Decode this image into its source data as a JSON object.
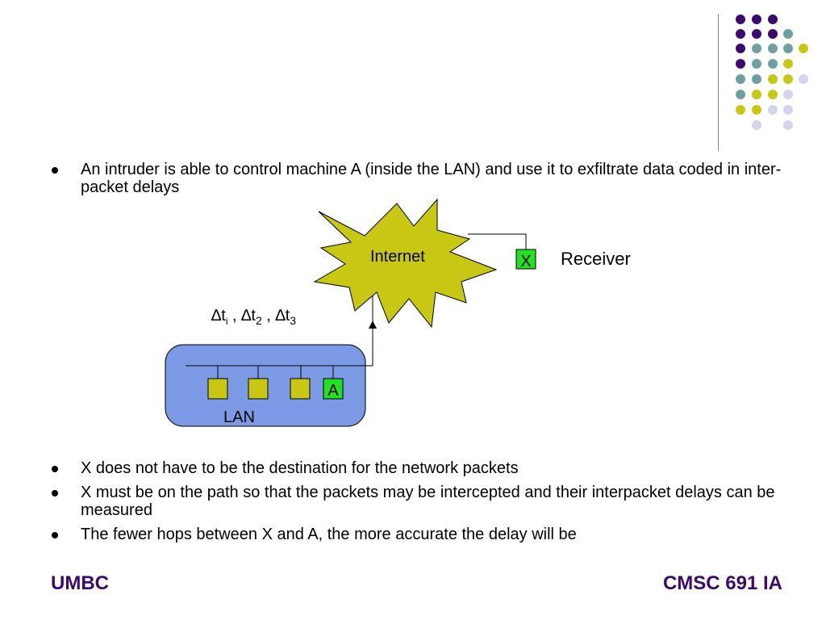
{
  "slide": {
    "bullets_top": [
      "An intruder is able to control machine A (inside the LAN) and use it to exfiltrate data coded in inter-packet delays"
    ],
    "bullets_bottom": [
      "X does not have to be the destination for the network packets",
      "X must be on the path so that the packets may be intercepted and their interpacket delays can be measured",
      "The fewer hops between X and A, the more accurate the delay will be"
    ],
    "footer_left": "UMBC",
    "footer_right": "CMSC 691 IA"
  },
  "diagram": {
    "internet_label": "Internet",
    "receiver_box_label": "X",
    "receiver_label": "Receiver",
    "lan_label": "LAN",
    "machine_a_label": "A",
    "delta_symbol": "∆",
    "t_letter": "t",
    "subscripts": [
      "i",
      "2",
      "3"
    ],
    "separator": " , "
  },
  "colors": {
    "purple": "#3a0a6e",
    "teal": "#6fa0a0",
    "olive": "#c8c814",
    "lavender": "#d4d4ea",
    "lan_fill": "#7b99e4",
    "machine_green": "#22e022",
    "internet_yellow": "#c8c814"
  }
}
